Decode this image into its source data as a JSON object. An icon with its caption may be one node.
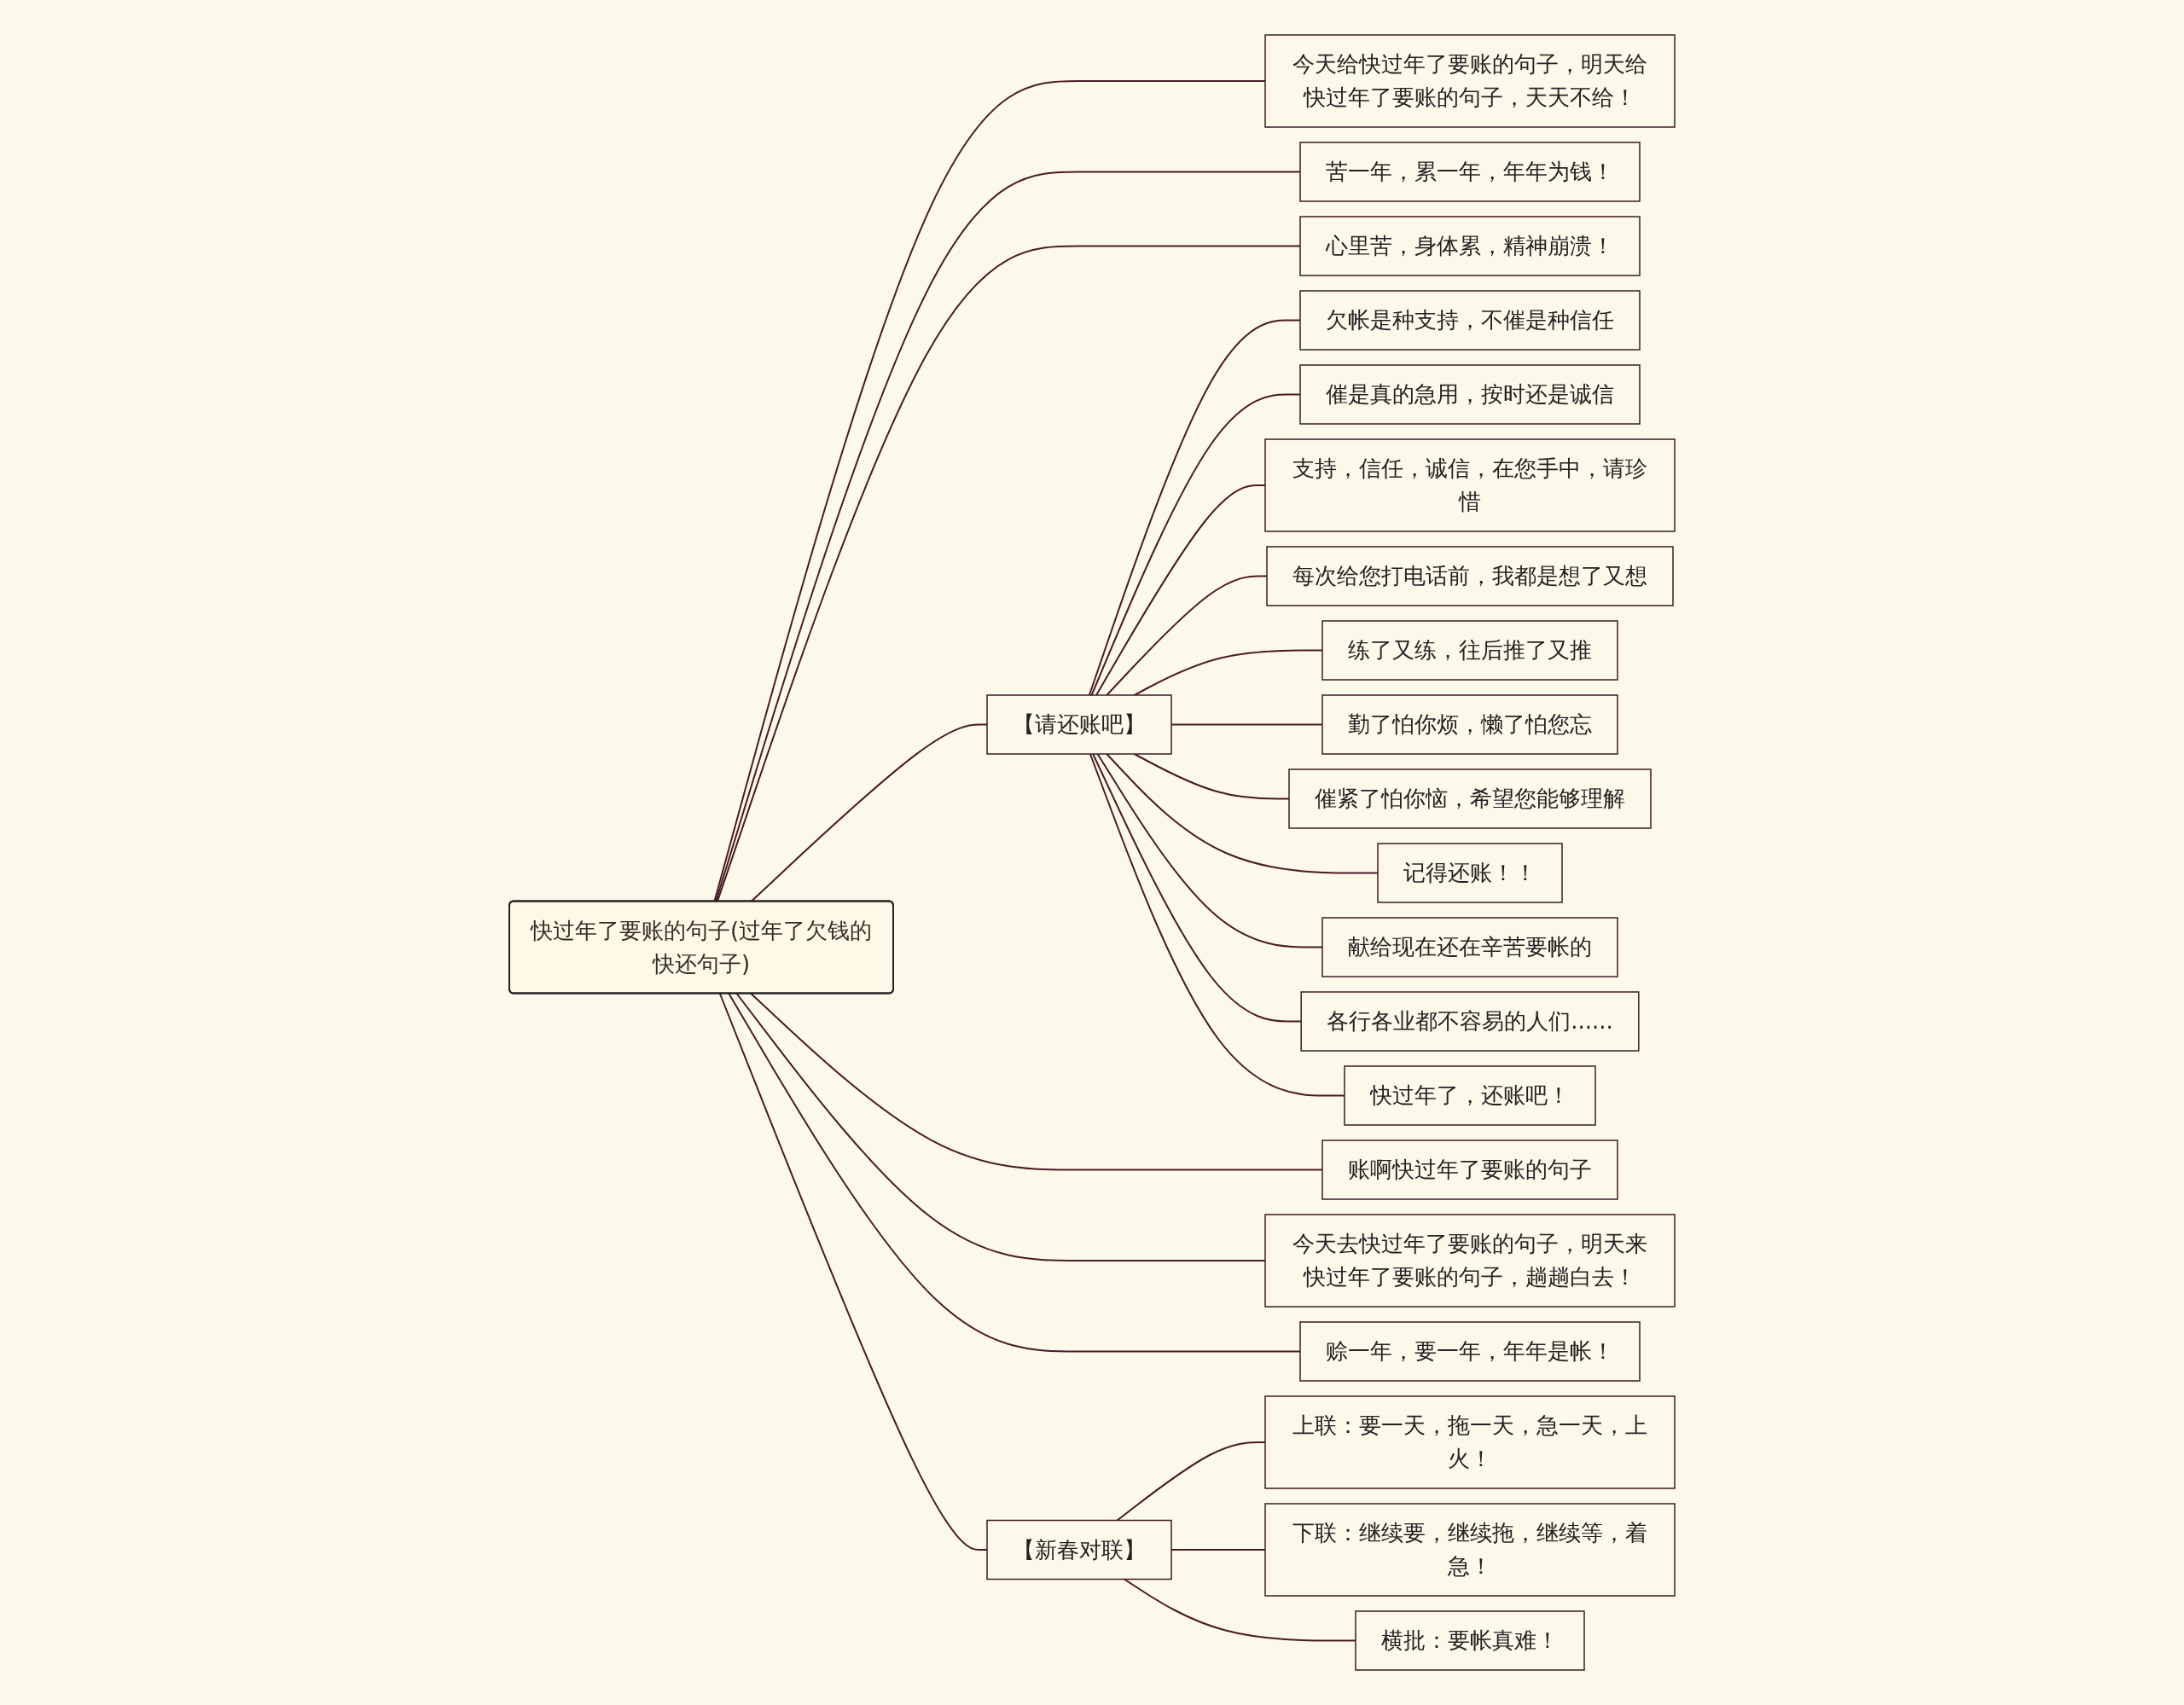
{
  "diagram": {
    "nodes": [
      {
        "text": [
          "快过年了要账的句子(过年了欠钱的快还句子)"
        ]
      },
      {
        "text": [
          "今天给快过年了要账的句子，明天给快过年了要账的句子，天天不给！"
        ]
      },
      {
        "text": [
          "苦一年，累一年，年年为钱！"
        ]
      },
      {
        "text": [
          "心里苦，身体累，精神崩溃！"
        ]
      },
      {
        "text": [
          "【请还账吧】"
        ]
      },
      {
        "text": [
          "欠帐是种支持，不催是种信任"
        ]
      },
      {
        "text": [
          "催是真的急用，按时还是诚信"
        ]
      },
      {
        "text": [
          "支持，信任，诚信，在您手中，请珍惜"
        ]
      },
      {
        "text": [
          "每次给您打电话前，我都是想了又想"
        ]
      },
      {
        "text": [
          "练了又练，往后推了又推"
        ]
      },
      {
        "text": [
          "勤了怕你烦，懒了怕您忘"
        ]
      },
      {
        "text": [
          "催紧了怕你恼，希望您能够理解"
        ]
      },
      {
        "text": [
          "记得还账！！"
        ]
      },
      {
        "text": [
          "献给现在还在辛苦要帐的"
        ]
      },
      {
        "text": [
          "各行各业都不容易的人们......"
        ]
      },
      {
        "text": [
          "快过年了，还账吧！"
        ]
      },
      {
        "text": [
          "账啊快过年了要账的句子"
        ]
      },
      {
        "text": [
          "今天去快过年了要账的句子，明天来快过年了要账的句子，趟趟白去！"
        ]
      },
      {
        "text": [
          "赊一年，要一年，年年是帐！"
        ]
      },
      {
        "text": [
          "【新春对联】"
        ]
      },
      {
        "text": [
          "上联：要一天，拖一天，急一天，上火！"
        ]
      },
      {
        "text": [
          "下联：继续要，继续拖，继续等，着急！"
        ]
      },
      {
        "text": [
          "横批：要帐真难！"
        ]
      }
    ],
    "edges": [
      {
        "from": 0,
        "to": 1,
        "arrow": "none"
      },
      {
        "from": 0,
        "to": 2,
        "arrow": "none"
      },
      {
        "from": 0,
        "to": 3,
        "arrow": "none"
      },
      {
        "from": 0,
        "to": 4,
        "arrow": "none"
      },
      {
        "from": 4,
        "to": 5,
        "arrow": "none"
      },
      {
        "from": 4,
        "to": 6,
        "arrow": "none"
      },
      {
        "from": 4,
        "to": 7,
        "arrow": "none"
      },
      {
        "from": 4,
        "to": 8,
        "arrow": "none"
      },
      {
        "from": 4,
        "to": 9,
        "arrow": "none"
      },
      {
        "from": 4,
        "to": 10,
        "arrow": "none"
      },
      {
        "from": 4,
        "to": 11,
        "arrow": "none"
      },
      {
        "from": 4,
        "to": 12,
        "arrow": "none"
      },
      {
        "from": 4,
        "to": 13,
        "arrow": "none"
      },
      {
        "from": 4,
        "to": 14,
        "arrow": "none"
      },
      {
        "from": 4,
        "to": 15,
        "arrow": "none"
      },
      {
        "from": 0,
        "to": 16,
        "arrow": "none"
      },
      {
        "from": 0,
        "to": 17,
        "arrow": "none"
      },
      {
        "from": 0,
        "to": 18,
        "arrow": "none"
      },
      {
        "from": 0,
        "to": 19,
        "arrow": "none"
      },
      {
        "from": 19,
        "to": 20,
        "arrow": "none"
      },
      {
        "from": 19,
        "to": 21,
        "arrow": "none"
      },
      {
        "from": 19,
        "to": 22,
        "arrow": "none"
      }
    ]
  }
}
